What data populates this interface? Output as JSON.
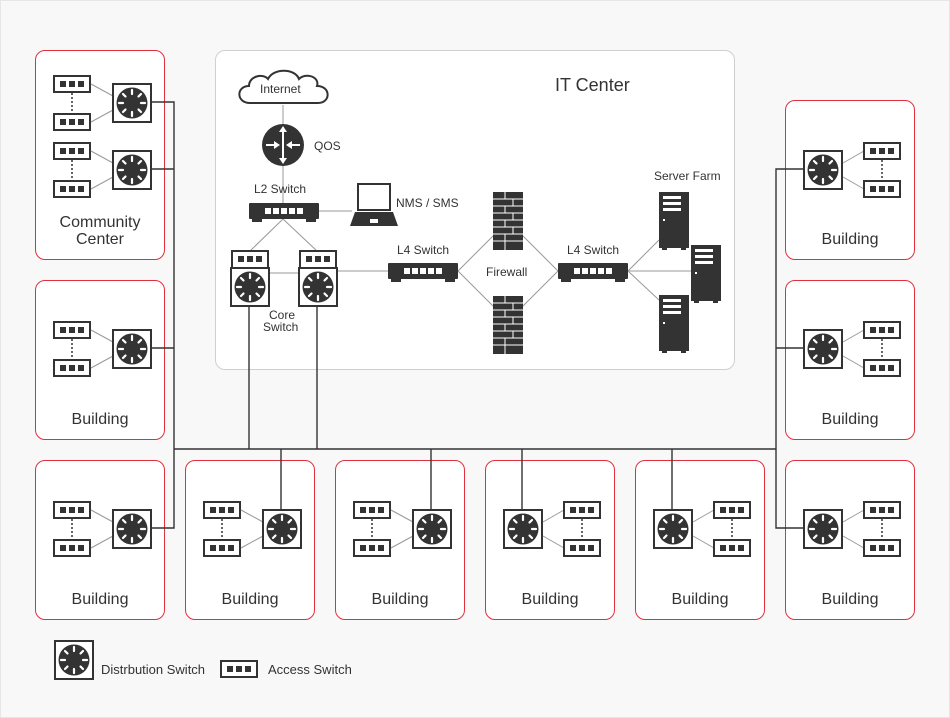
{
  "diagram": {
    "title": "IT Center",
    "colors": {
      "box_border": "#e0303e",
      "icon": "#333333",
      "line": "#333333",
      "link": "#999999",
      "background": "#f8f8f8"
    },
    "it_center": {
      "internet": "Internet",
      "qos": "QOS",
      "l2_switch": "L2 Switch",
      "nms": "NMS / SMS",
      "core_switch_line1": "Core",
      "core_switch_line2": "Switch",
      "l4_switch_left": "L4 Switch",
      "firewall": "Firewall",
      "l4_switch_right": "L4 Switch",
      "server_farm": "Server Farm"
    },
    "sites": [
      {
        "id": "community-center",
        "line1": "Community",
        "line2": "Center"
      },
      {
        "id": "building-left-mid",
        "label": "Building"
      },
      {
        "id": "building-left-bottom",
        "label": "Building"
      },
      {
        "id": "building-bottom-1",
        "label": "Building"
      },
      {
        "id": "building-bottom-2",
        "label": "Building"
      },
      {
        "id": "building-bottom-3",
        "label": "Building"
      },
      {
        "id": "building-bottom-4",
        "label": "Building"
      },
      {
        "id": "building-right-top",
        "label": "Building"
      },
      {
        "id": "building-right-mid",
        "label": "Building"
      },
      {
        "id": "building-right-bottom",
        "label": "Building"
      }
    ],
    "legend": {
      "distribution": "Distrbution Switch",
      "access": "Access Switch"
    }
  }
}
